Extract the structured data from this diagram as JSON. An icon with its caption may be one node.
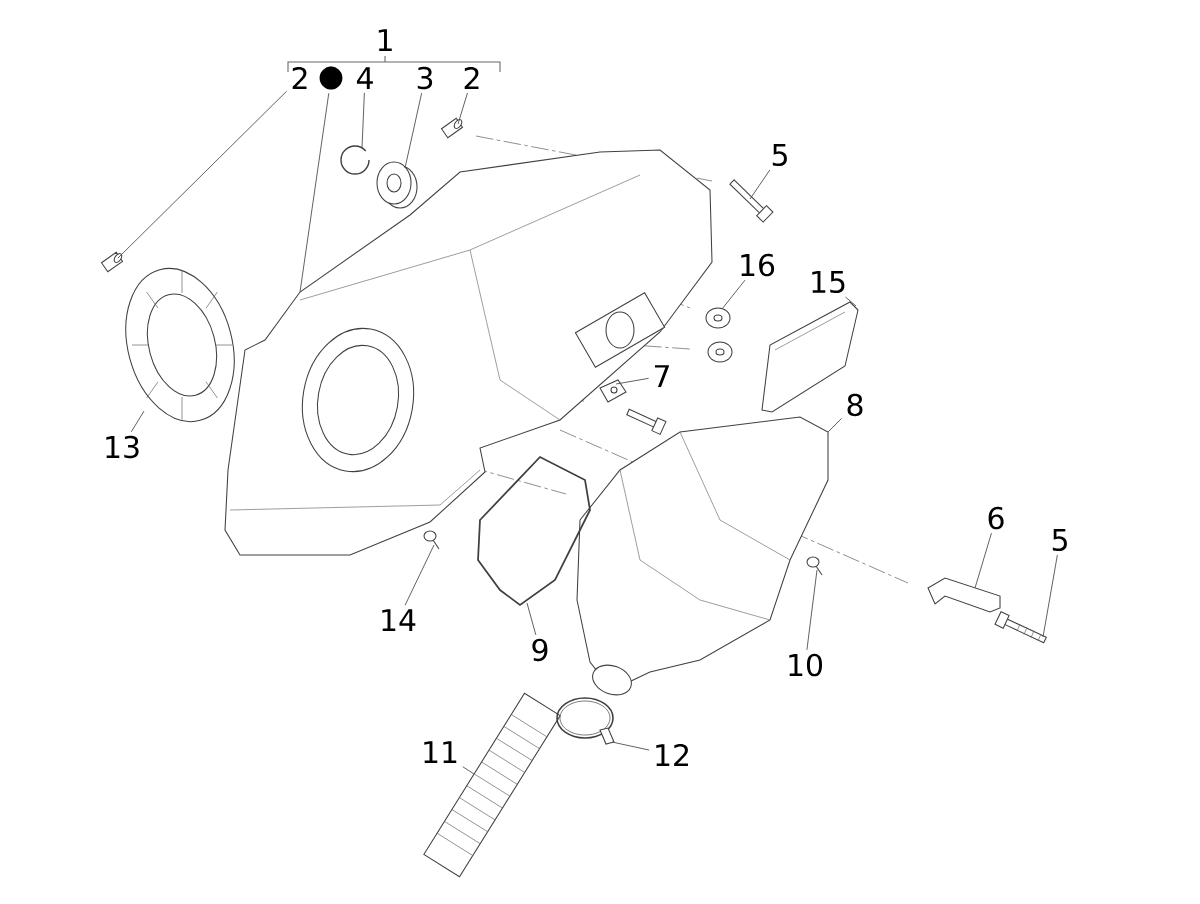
{
  "diagram": {
    "nodes": [
      {
        "text": [
          "2"
        ]
      },
      {
        "text": [
          "●"
        ]
      },
      {
        "text": [
          "4"
        ]
      },
      {
        "text": [
          "3"
        ]
      },
      {
        "text": [
          "2"
        ]
      },
      {
        "text": [
          "5"
        ]
      },
      {
        "text": [
          "16"
        ]
      },
      {
        "text": [
          "15"
        ]
      },
      {
        "text": [
          "7"
        ]
      },
      {
        "text": [
          "13"
        ]
      },
      {
        "text": [
          "8"
        ]
      },
      {
        "text": [
          "6"
        ]
      },
      {
        "text": [
          "5"
        ]
      },
      {
        "text": [
          "14"
        ]
      },
      {
        "text": [
          "9"
        ]
      },
      {
        "text": [
          "10"
        ]
      },
      {
        "text": [
          "11"
        ]
      },
      {
        "text": [
          "12"
        ]
      },
      {
        "text": [],
        "shape": "picture"
      },
      {
        "text": [],
        "shape": "picture"
      },
      {
        "text": [],
        "shape": "picture"
      },
      {
        "text": [],
        "shape": "picture"
      },
      {
        "text": [],
        "shape": "picture"
      },
      {
        "text": [],
        "shape": "picture"
      },
      {
        "text": [],
        "shape": "picture"
      },
      {
        "text": [],
        "shape": "picture"
      },
      {
        "text": [],
        "shape": "picture"
      },
      {
        "text": [],
        "shape": "picture"
      },
      {
        "text": [],
        "shape": "picture"
      },
      {
        "text": [],
        "shape": "picture"
      },
      {
        "text": [],
        "shape": "picture"
      },
      {
        "text": [],
        "shape": "picture"
      },
      {
        "text": [],
        "shape": "picture"
      },
      {
        "text": [],
        "shape": "picture"
      },
      {
        "text": [],
        "shape": "picture"
      },
      {
        "text": [],
        "shape": "picture"
      }
    ],
    "edges": [
      {
        "from": 0,
        "to": 18,
        "arrow": "none"
      },
      {
        "from": 1,
        "to": 19,
        "arrow": "none"
      },
      {
        "from": 2,
        "to": 20,
        "arrow": "none"
      },
      {
        "from": 3,
        "to": 21,
        "arrow": "none"
      },
      {
        "from": 4,
        "to": 22,
        "arrow": "none"
      },
      {
        "from": 5,
        "to": 23,
        "arrow": "none"
      },
      {
        "from": 6,
        "to": 24,
        "arrow": "none"
      },
      {
        "from": 7,
        "to": 25,
        "arrow": "none"
      },
      {
        "from": 8,
        "to": 26,
        "arrow": "none"
      },
      {
        "from": 9,
        "to": 27,
        "arrow": "none"
      },
      {
        "from": 10,
        "to": 28,
        "arrow": "none"
      },
      {
        "from": 11,
        "to": 29,
        "arrow": "none"
      },
      {
        "from": 12,
        "to": 30,
        "arrow": "none"
      },
      {
        "from": 13,
        "to": 31,
        "arrow": "none"
      },
      {
        "from": 14,
        "to": 32,
        "arrow": "none"
      },
      {
        "from": 15,
        "to": 33,
        "arrow": "none"
      },
      {
        "from": 16,
        "to": 34,
        "arrow": "none"
      },
      {
        "from": 17,
        "to": 35,
        "arrow": "none"
      }
    ],
    "labels": [
      "1"
    ]
  }
}
